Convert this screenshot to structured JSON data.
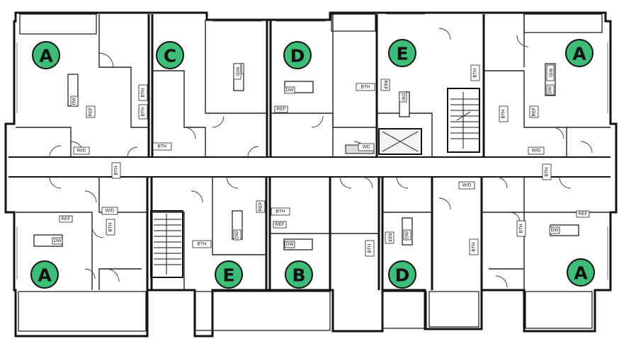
{
  "units": [
    {
      "id": "u1",
      "letter": "A"
    },
    {
      "id": "u2",
      "letter": "C"
    },
    {
      "id": "u3",
      "letter": "D"
    },
    {
      "id": "u4",
      "letter": "E"
    },
    {
      "id": "u5",
      "letter": "A"
    },
    {
      "id": "u6",
      "letter": "A"
    },
    {
      "id": "u7",
      "letter": "E"
    },
    {
      "id": "u8",
      "letter": "B"
    },
    {
      "id": "u9",
      "letter": "D"
    },
    {
      "id": "u10",
      "letter": "A"
    }
  ],
  "fixture_labels": {
    "bath": "BTH",
    "dishwasher": "DW",
    "refrigerator": "REF",
    "washer_dryer": "W/D",
    "washer_dryer_alt": "WD"
  },
  "colors": {
    "badge_fill": "#3dbd78",
    "wall": "#111111",
    "background": "#ffffff"
  }
}
